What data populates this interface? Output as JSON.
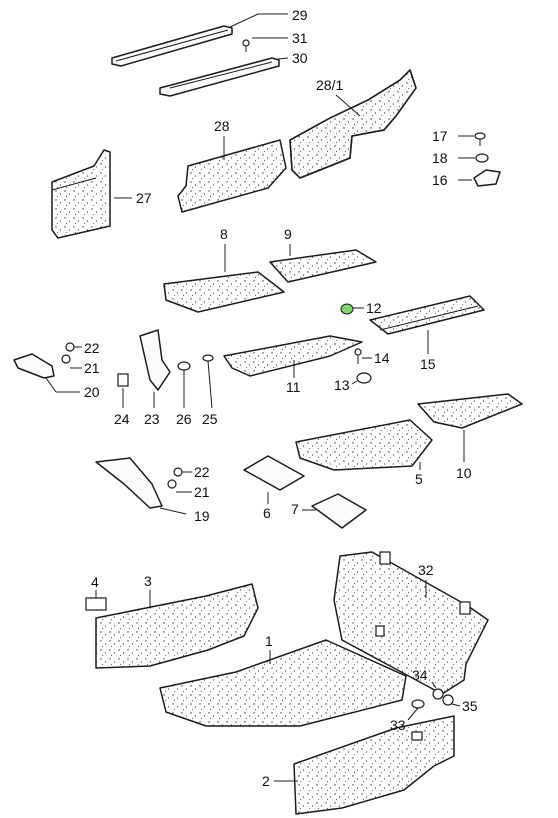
{
  "callouts": [
    {
      "id": "c29",
      "text": "29"
    },
    {
      "id": "c31",
      "text": "31"
    },
    {
      "id": "c30",
      "text": "30"
    },
    {
      "id": "c28-1",
      "text": "28/1"
    },
    {
      "id": "c28",
      "text": "28"
    },
    {
      "id": "c27",
      "text": "27"
    },
    {
      "id": "c17",
      "text": "17"
    },
    {
      "id": "c18",
      "text": "18"
    },
    {
      "id": "c16",
      "text": "16"
    },
    {
      "id": "c8",
      "text": "8"
    },
    {
      "id": "c9",
      "text": "9"
    },
    {
      "id": "c12",
      "text": "12"
    },
    {
      "id": "c22a",
      "text": "22"
    },
    {
      "id": "c21a",
      "text": "21"
    },
    {
      "id": "c20",
      "text": "20"
    },
    {
      "id": "c14",
      "text": "14"
    },
    {
      "id": "c15",
      "text": "15"
    },
    {
      "id": "c13",
      "text": "13"
    },
    {
      "id": "c11",
      "text": "11"
    },
    {
      "id": "c24",
      "text": "24"
    },
    {
      "id": "c23",
      "text": "23"
    },
    {
      "id": "c26",
      "text": "26"
    },
    {
      "id": "c25",
      "text": "25"
    },
    {
      "id": "c5",
      "text": "5"
    },
    {
      "id": "c10",
      "text": "10"
    },
    {
      "id": "c22b",
      "text": "22"
    },
    {
      "id": "c21b",
      "text": "21"
    },
    {
      "id": "c19",
      "text": "19"
    },
    {
      "id": "c6",
      "text": "6"
    },
    {
      "id": "c7",
      "text": "7"
    },
    {
      "id": "c4",
      "text": "4"
    },
    {
      "id": "c3",
      "text": "3"
    },
    {
      "id": "c32",
      "text": "32"
    },
    {
      "id": "c1",
      "text": "1"
    },
    {
      "id": "c34",
      "text": "34"
    },
    {
      "id": "c35",
      "text": "35"
    },
    {
      "id": "c33",
      "text": "33"
    },
    {
      "id": "c2",
      "text": "2"
    }
  ],
  "colors": {
    "line": "#1c1c1c",
    "panel_fill": "#fbfbfb",
    "background": "#ffffff",
    "highlight": "#7fd66a"
  }
}
